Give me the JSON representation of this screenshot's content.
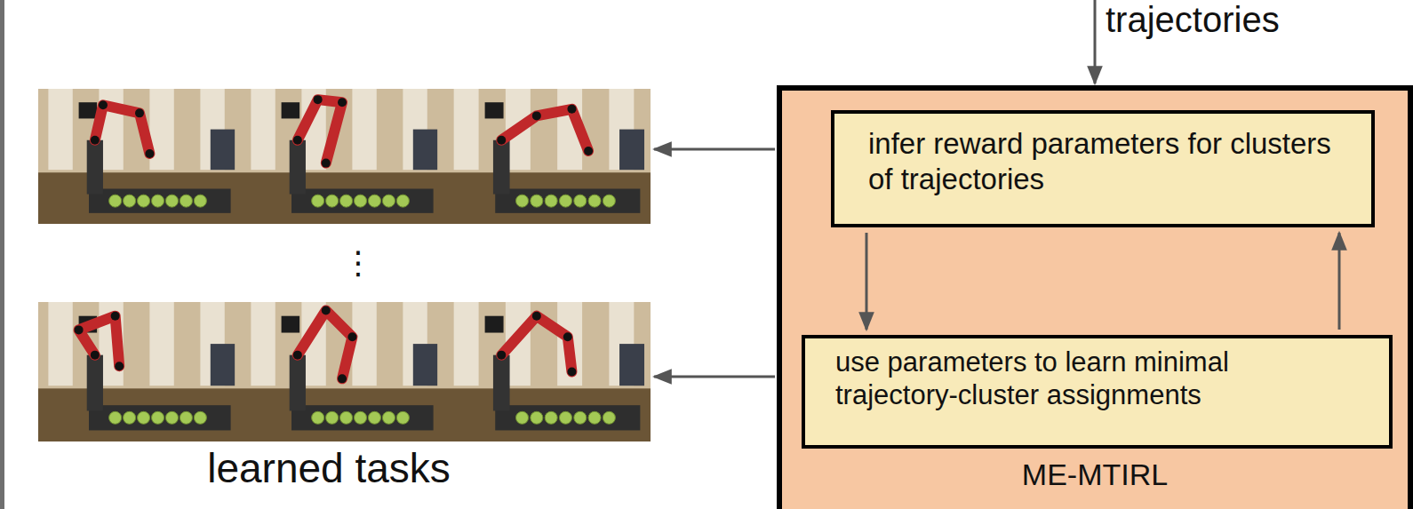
{
  "diagram": {
    "nodes": [
      {
        "text": [
          "ME-MTIRL"
        ]
      },
      {
        "text": [
          "infer reward parameters for clusters of trajectories"
        ],
        "in": 0
      },
      {
        "text": [
          "use parameters to learn minimal trajectory-cluster assignments"
        ],
        "in": 0
      }
    ],
    "edges": [
      {
        "from": 1,
        "to": 2,
        "arrow": "to"
      },
      {
        "from": 2,
        "to": 1,
        "arrow": "to"
      }
    ],
    "labels": [
      "trajectories",
      "⋮",
      "learned tasks"
    ]
  }
}
